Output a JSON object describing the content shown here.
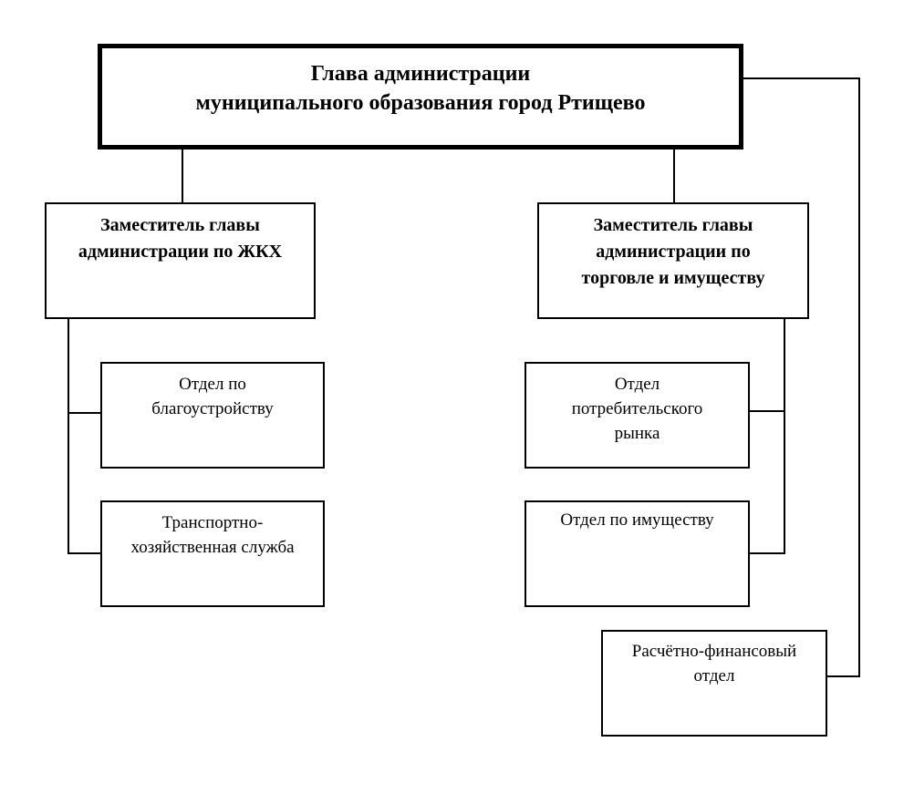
{
  "org_chart": {
    "head": {
      "text": "Глава администрации\nмуниципального образования город Ртищево"
    },
    "deputies": [
      {
        "text": "Заместитель главы\nадминистрации по ЖКХ"
      },
      {
        "text": "Заместитель главы\nадминистрации по\nторговле и имуществу"
      }
    ],
    "departments": [
      {
        "text": "Отдел по\nблагоустройству"
      },
      {
        "text": "Транспортно-\nхозяйственная  служба"
      },
      {
        "text": "Отдел\nпотребительского\nрынка"
      },
      {
        "text": "Отдел по имуществу"
      },
      {
        "text": "Расчётно-финансовый\nотдел"
      }
    ]
  }
}
